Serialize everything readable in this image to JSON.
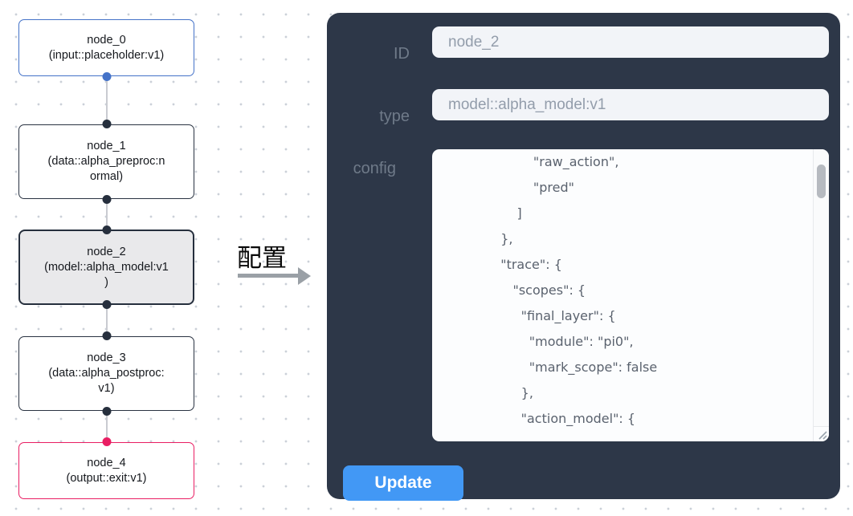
{
  "graph": {
    "edge_color": "#c9cbd1",
    "nodes": [
      {
        "id": "node_0",
        "lines": [
          "node_0",
          "(input::placeholder:v1)"
        ],
        "border_color": "#4472c8",
        "port_color": "#4472c8",
        "selected": false
      },
      {
        "id": "node_1",
        "lines": [
          "node_1",
          "(data::alpha_preproc:n",
          "ormal)"
        ],
        "border_color": "#2a3342",
        "port_color": "#262f3d",
        "selected": false
      },
      {
        "id": "node_2",
        "lines": [
          "node_2",
          "(model::alpha_model:v1",
          ")"
        ],
        "border_color": "#262f3d",
        "fill": "#e9e9eb",
        "port_color": "#262f3d",
        "selected": true
      },
      {
        "id": "node_3",
        "lines": [
          "node_3",
          "(data::alpha_postproc:",
          "v1)"
        ],
        "border_color": "#2a3342",
        "port_color": "#262f3d",
        "selected": false
      },
      {
        "id": "node_4",
        "lines": [
          "node_4",
          "(output::exit:v1)"
        ],
        "border_color": "#e91e63",
        "port_color": "#e91e63",
        "selected": false
      }
    ]
  },
  "transfer": {
    "label": "配置",
    "arrow_color": "#9aa0a6"
  },
  "panel": {
    "bg": "#2d3748",
    "id_field": {
      "label": "ID",
      "value": "node_2"
    },
    "type_field": {
      "label": "type",
      "value": "model::alpha_model:v1"
    },
    "config_field": {
      "label": "config",
      "value": "                      \"raw_action\",\n                      \"pred\"\n                  ]\n              },\n              \"trace\": {\n                 \"scopes\": {\n                   \"final_layer\": {\n                     \"module\": \"pi0\",\n                     \"mark_scope\": false\n                   },\n                   \"action_model\": {"
    },
    "button": {
      "label": "Update",
      "bg": "#4298f5"
    }
  }
}
